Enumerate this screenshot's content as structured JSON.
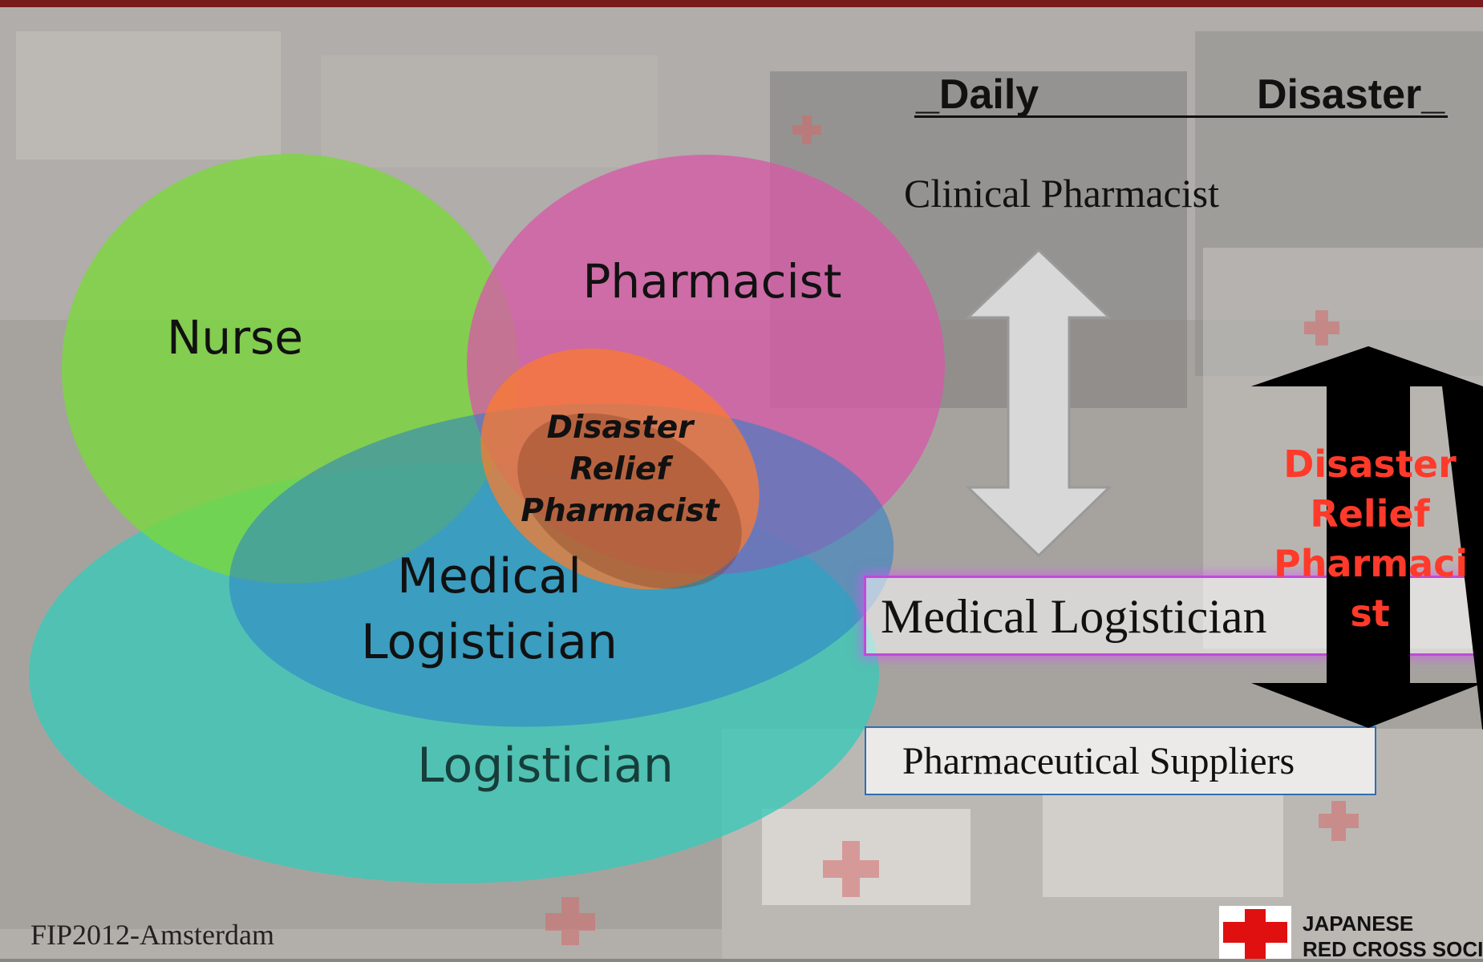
{
  "colors": {
    "top_bar": "#7a1b1b",
    "logistician_circle": "#3cc8b8",
    "nurse_circle": "#7ad83a",
    "pharmacist_circle": "#d65aa6",
    "medical_logistician_circle": "#2a7fc8",
    "disaster_relief_pharmacist_circle": "#ff7a2a",
    "highlight_box_border": "#c04bd8",
    "supplier_box_border": "#2f6fb0",
    "arrow_gray": "#d8d8d8",
    "arrow_black": "#000000",
    "disaster_relief_text": "#ff3a2a"
  },
  "venn": {
    "nurse": "Nurse",
    "pharmacist": "Pharmacist",
    "disaster_relief_pharmacist": "Disaster\nRelief\nPharmacist",
    "medical_logistician": "Medical\nLogistician",
    "logistician": "Logistician"
  },
  "spectrum": {
    "daily_heading": "_Daily",
    "disaster_heading": "Disaster_",
    "clinical_pharmacist": "Clinical Pharmacist",
    "medical_logistician": "Medical Logistician",
    "pharmaceutical_suppliers": "Pharmaceutical Suppliers",
    "disaster_relief_pharmacist": "Disaster\nRelief\nPharmaci\nst"
  },
  "footer": {
    "event": "FIP2012-Amsterdam",
    "logo_line1": "JAPANESE",
    "logo_line2": "RED CROSS SOCIETY"
  }
}
